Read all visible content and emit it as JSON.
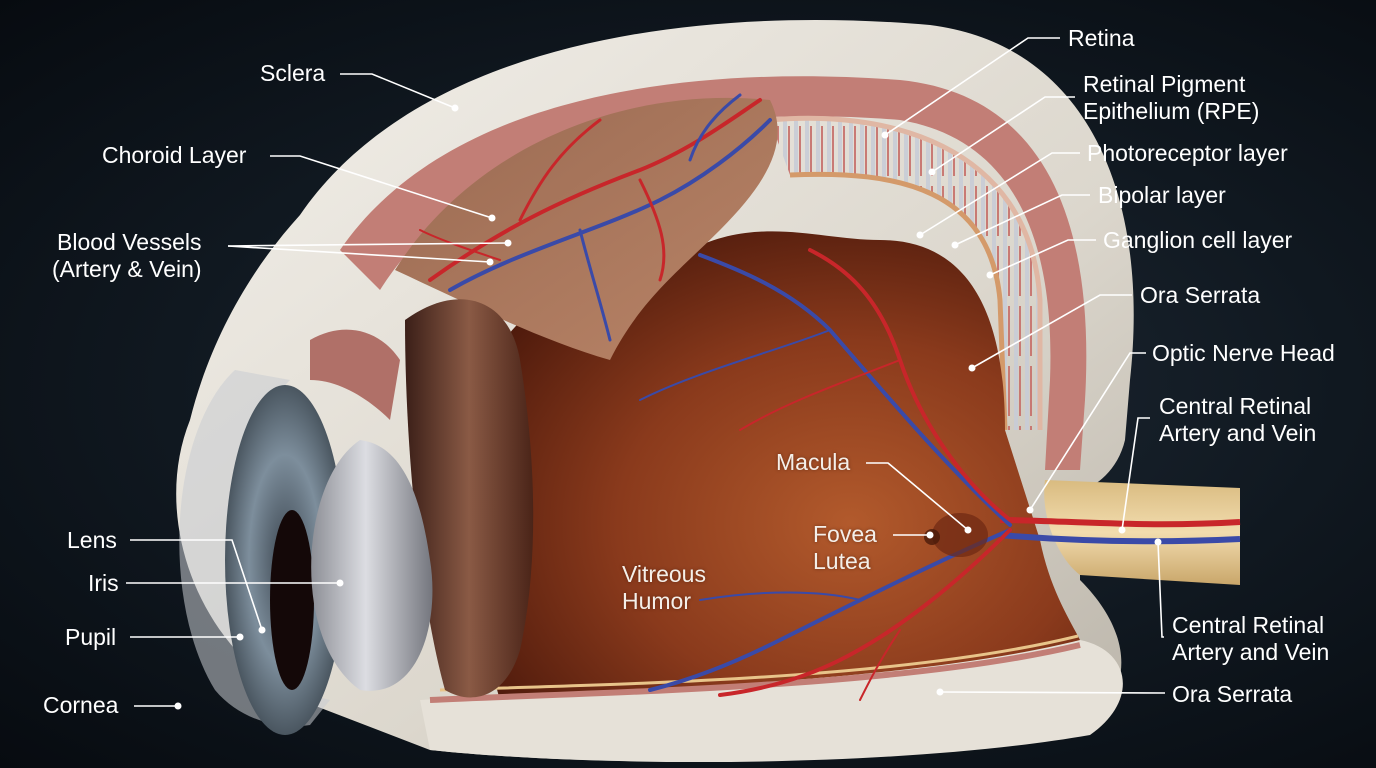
{
  "diagram": {
    "labels_left": {
      "sclera": "Sclera",
      "choroid_layer": "Choroid Layer",
      "blood_vessels_line1": "Blood Vessels",
      "blood_vessels_line2": "(Artery & Vein)",
      "lens": "Lens",
      "iris": "Iris",
      "pupil": "Pupil",
      "cornea": "Cornea"
    },
    "labels_right": {
      "retina": "Retina",
      "rpe_line1": "Retinal Pigment",
      "rpe_line2": "Epithelium (RPE)",
      "photoreceptor_layer": "Photoreceptor layer",
      "bipolar_layer": "Bipolar layer",
      "ganglion_cell_layer": "Ganglion cell layer",
      "ora_serrata_top": "Ora Serrata",
      "optic_nerve_head": "Optic Nerve Head",
      "central_retinal_top_line1": "Central Retinal",
      "central_retinal_top_line2": "Artery and Vein",
      "central_retinal_bottom_line1": "Central Retinal",
      "central_retinal_bottom_line2": "Artery and Vein",
      "ora_serrata_bottom": "Ora Serrata"
    },
    "labels_inside": {
      "macula": "Macula",
      "fovea_line1": "Fovea",
      "fovea_line2": "Lutea",
      "vitreous_line1": "Vitreous",
      "vitreous_line2": "Humor"
    },
    "colors": {
      "background": "#101820",
      "sclera": "#e8e4dc",
      "choroid": "#b56a5c",
      "retina_interior": "#8a3a1c",
      "artery": "#c8262a",
      "vein": "#3a4aa8",
      "iris": "#7d8e9c",
      "optic_nerve": "#e9cf96",
      "leader_line": "#ffffff"
    }
  }
}
